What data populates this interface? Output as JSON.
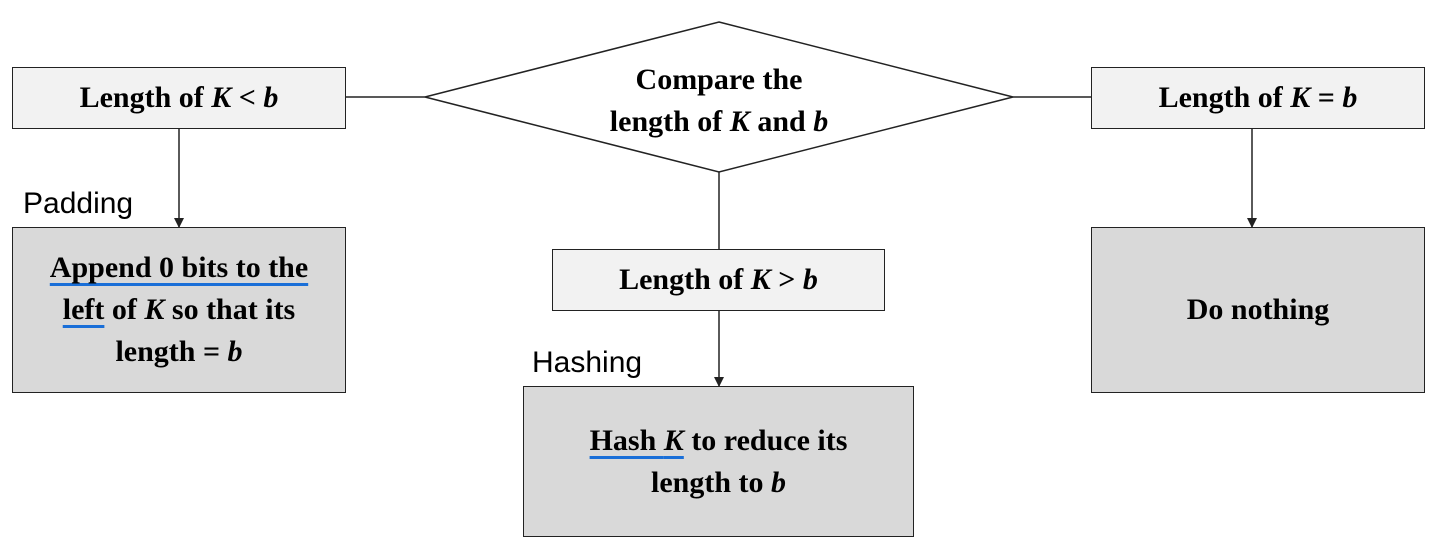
{
  "decision": {
    "line1": "Compare the",
    "line2_pre": "length of ",
    "var_k": "K",
    "line2_mid": " and ",
    "var_b": "b"
  },
  "conditions": {
    "less": {
      "pre": "Length of ",
      "var_k": "K",
      "op": " < ",
      "var_b": "b"
    },
    "equal": {
      "pre": "Length of ",
      "var_k": "K",
      "op": " = ",
      "var_b": "b"
    },
    "greater": {
      "pre": "Length of ",
      "var_k": "K",
      "op": " > ",
      "var_b": "b"
    }
  },
  "edge_labels": {
    "padding": "Padding",
    "hashing": "Hashing"
  },
  "actions": {
    "padding": {
      "line1": "Append 0 bits to the",
      "line2_ul": "left",
      "line2_pre": " of ",
      "var_k": "K",
      "line2_post": " so that its",
      "line3_pre": "length = ",
      "var_b": "b"
    },
    "hashing": {
      "line1_ul_pre": "Hash ",
      "var_k": "K",
      "line1_post": " to reduce its",
      "line2_pre": "length to ",
      "var_b": "b"
    },
    "nothing": {
      "text": "Do nothing"
    }
  },
  "colors": {
    "stroke": "#222222",
    "condition_fill": "#f2f2f2",
    "action_fill": "#d9d9d9",
    "highlight_underline": "#1a6fd8"
  }
}
